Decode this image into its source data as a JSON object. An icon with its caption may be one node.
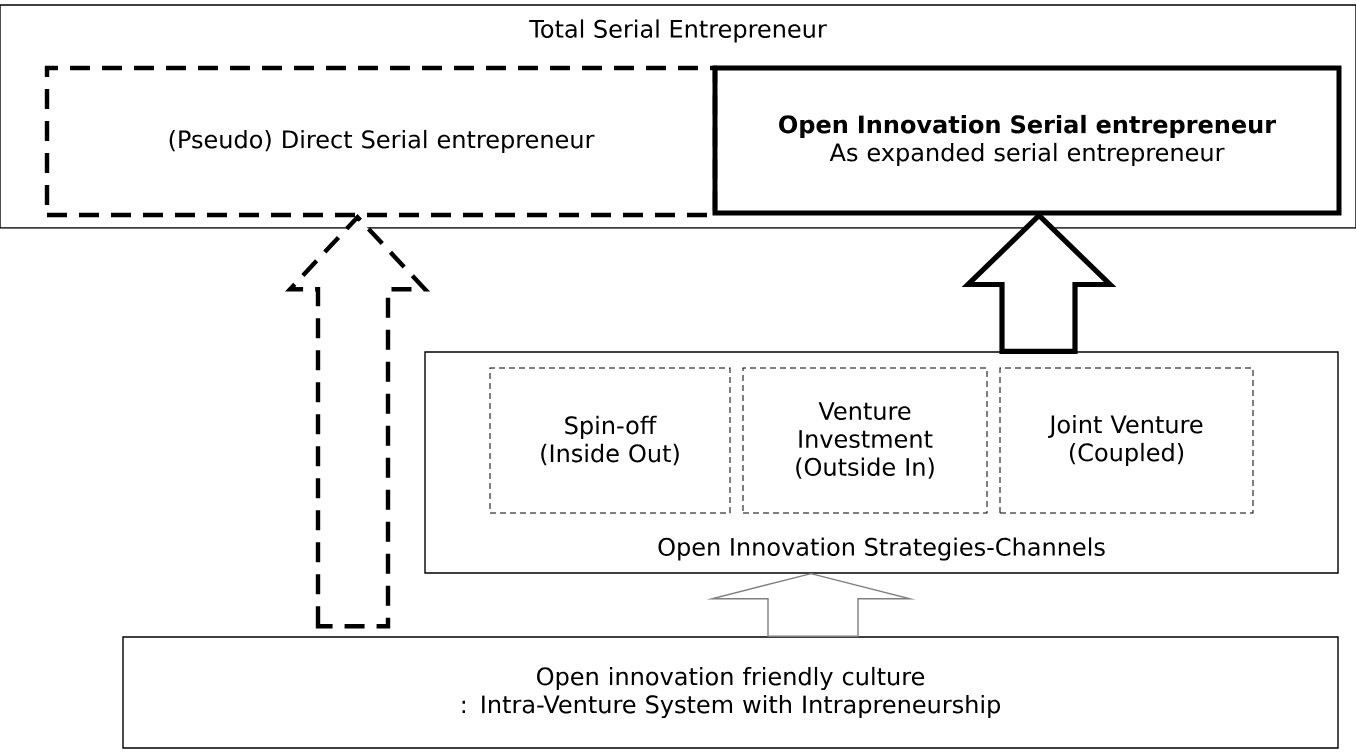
{
  "diagram": {
    "nodes": [
      {
        "text": [
          "Total Serial Entrepreneur"
        ]
      },
      {
        "text": [
          "(Pseudo) Direct Serial entrepreneur"
        ],
        "in": 0
      },
      {
        "text": [
          "Open Innovation Serial entrepreneur",
          "As expanded serial entrepreneur"
        ],
        "in": 0
      },
      {
        "text": [
          "Open Innovation Strategies-Channels"
        ]
      },
      {
        "text": [
          "Spin-off (Inside Out)"
        ],
        "in": 3
      },
      {
        "text": [
          "Venture Investment (Outside In)"
        ],
        "in": 3
      },
      {
        "text": [
          "Joint Venture (Coupled)"
        ],
        "in": 3
      },
      {
        "text": [
          "Open innovation friendly culture",
          ": Intra-Venture System with Intrapreneurship"
        ]
      }
    ],
    "edges": [
      {
        "from": 7,
        "to": 1,
        "arrow": "to",
        "style": "dashed"
      },
      {
        "from": 3,
        "to": 2,
        "arrow": "to",
        "style": "thick"
      },
      {
        "from": 7,
        "to": 3,
        "arrow": "to",
        "color": "#7f7f7f"
      }
    ]
  }
}
